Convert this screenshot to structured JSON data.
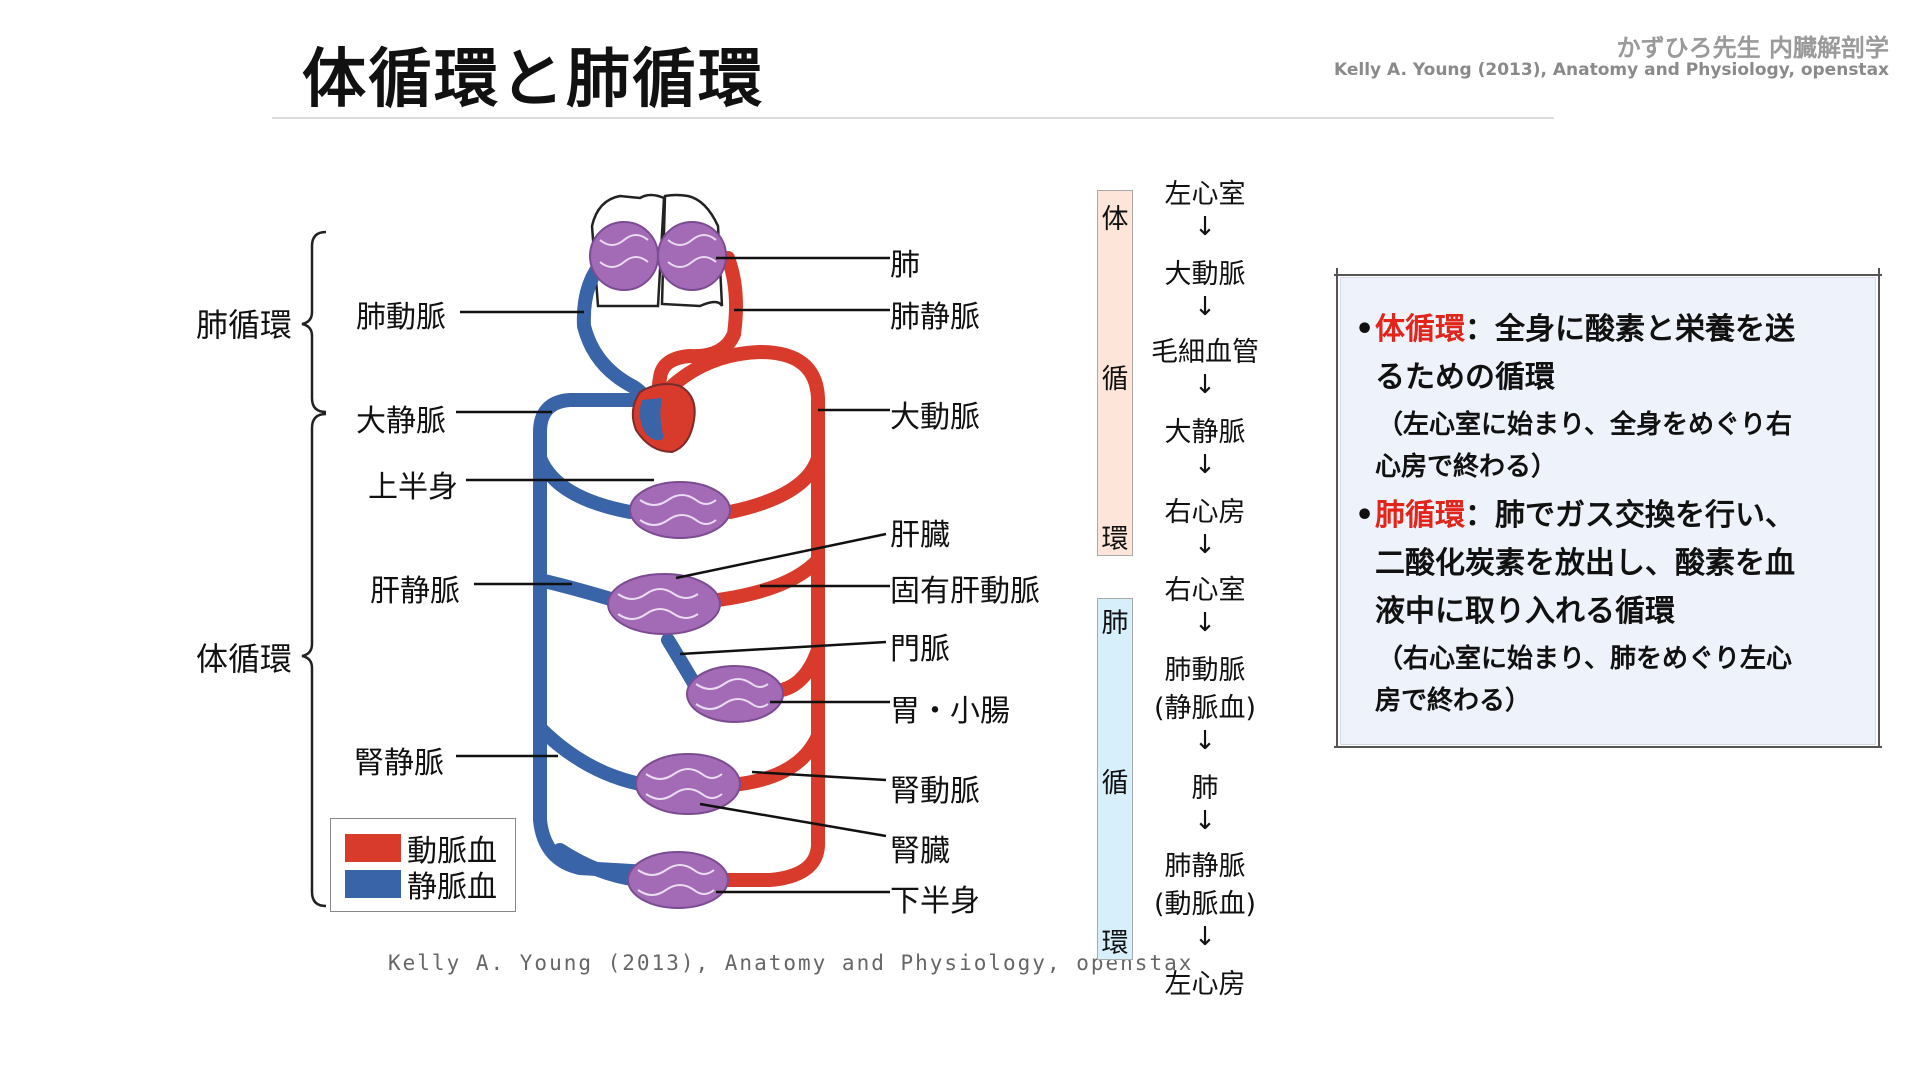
{
  "header": {
    "title": "体循環と肺循環",
    "brand_line1": "かずひろ先生 内臓解剖学",
    "brand_line2": "Kelly A. Young (2013), Anatomy and Physiology, openstax"
  },
  "figure": {
    "credit": "Kelly A. Young (2013), Anatomy and Physiology, openstax",
    "brace_labels": [
      "肺循環",
      "体循環"
    ],
    "left_labels": [
      "肺動脈",
      "大静脈",
      "上半身",
      "肝静脈",
      "腎静脈"
    ],
    "right_labels": [
      "肺",
      "肺静脈",
      "大動脈",
      "肝臓",
      "固有肝動脈",
      "門脈",
      "胃・小腸",
      "腎動脈",
      "腎臓",
      "下半身"
    ],
    "legend": [
      {
        "label": "動脈血",
        "color": "#d83a2c"
      },
      {
        "label": "静脈血",
        "color": "#3a64a8"
      }
    ]
  },
  "colors": {
    "artery": "#d83a2c",
    "vein": "#3a64a8",
    "capillary": "#9b5fae",
    "systemic_bar": "#fde5da",
    "pulmonary_bar": "#d7effa",
    "highlight": "#e3241b"
  },
  "flow": {
    "systemic_label": [
      "体",
      "循",
      "環"
    ],
    "pulmonary_label": [
      "肺",
      "循",
      "環"
    ],
    "steps": [
      "左心室",
      "大動脈",
      "毛細血管",
      "大静脈",
      "右心房",
      "右心室",
      "肺動脈",
      "(静脈血)",
      "肺",
      "肺静脈",
      "(動脈血)",
      "左心房"
    ],
    "arrow": "↓"
  },
  "infobox": {
    "bullet": "•",
    "item1_term": "体循環",
    "item1_text_a": "：全身に酸素と栄養を送",
    "item1_text_b": "るための循環",
    "item1_note_a": "（左心室に始まり、全身をめぐり右",
    "item1_note_b": "心房で終わる）",
    "item2_term": "肺循環",
    "item2_text_a": "：肺でガス交換を行い、",
    "item2_text_b": "二酸化炭素を放出し、酸素を血",
    "item2_text_c": "液中に取り入れる循環",
    "item2_note_a": "（右心室に始まり、肺をめぐり左心",
    "item2_note_b": "房で終わる）"
  }
}
